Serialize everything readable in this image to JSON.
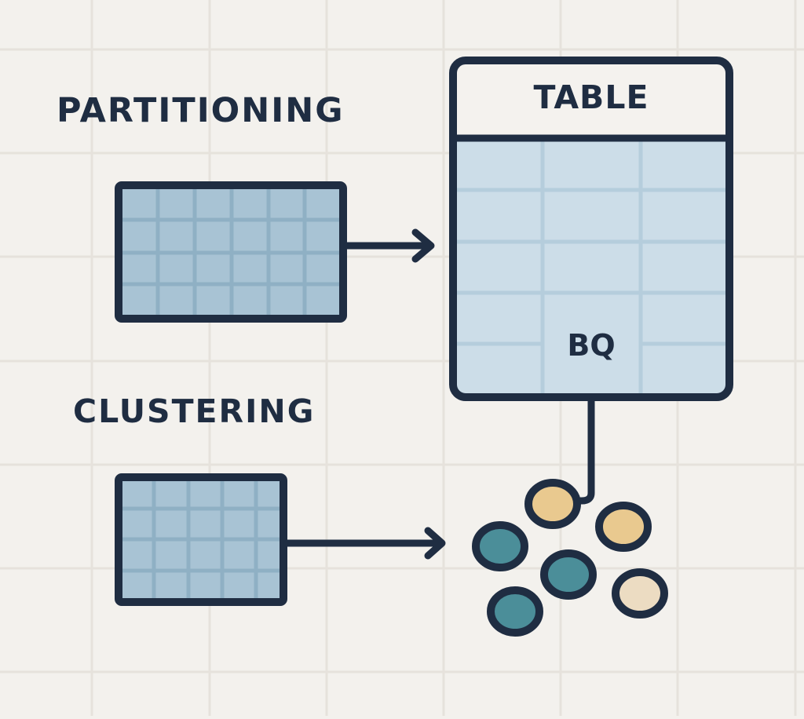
{
  "diagram": {
    "labels": {
      "partitioning": "PARTITIONING",
      "clustering": "CLUSTERING",
      "table_header": "TABLE",
      "table_badge": "BQ"
    },
    "colors": {
      "background": "#f3f1ed",
      "grid_line": "#e6e2dc",
      "outline": "#1f2d42",
      "partition_fill": "#a8c3d4",
      "partition_grid": "#8fb0c4",
      "table_fill": "#ccdde8",
      "table_grid": "#b5cddc",
      "table_header_fill": "#f4f2ee",
      "cluster_teal": "#4b8e99",
      "cluster_gold": "#e9c98f",
      "cluster_beige": "#ecdcc2"
    },
    "nodes": [
      {
        "id": "partitioned-table",
        "type": "grid-rect",
        "columns": 6,
        "rows": 4
      },
      {
        "id": "bq-table",
        "type": "table",
        "header": "TABLE",
        "badge": "BQ",
        "columns": 3,
        "rows": 5
      },
      {
        "id": "clustered-table",
        "type": "grid-rect",
        "columns": 5,
        "rows": 4
      },
      {
        "id": "clusters",
        "type": "circle-group",
        "items": [
          {
            "color": "gold"
          },
          {
            "color": "gold"
          },
          {
            "color": "teal"
          },
          {
            "color": "teal"
          },
          {
            "color": "teal"
          },
          {
            "color": "beige"
          }
        ]
      }
    ],
    "edges": [
      {
        "from": "partitioned-table",
        "to": "bq-table",
        "style": "arrow"
      },
      {
        "from": "clustered-table",
        "to": "clusters",
        "style": "arrow"
      },
      {
        "from": "bq-table",
        "to": "clusters",
        "style": "connector"
      }
    ]
  }
}
